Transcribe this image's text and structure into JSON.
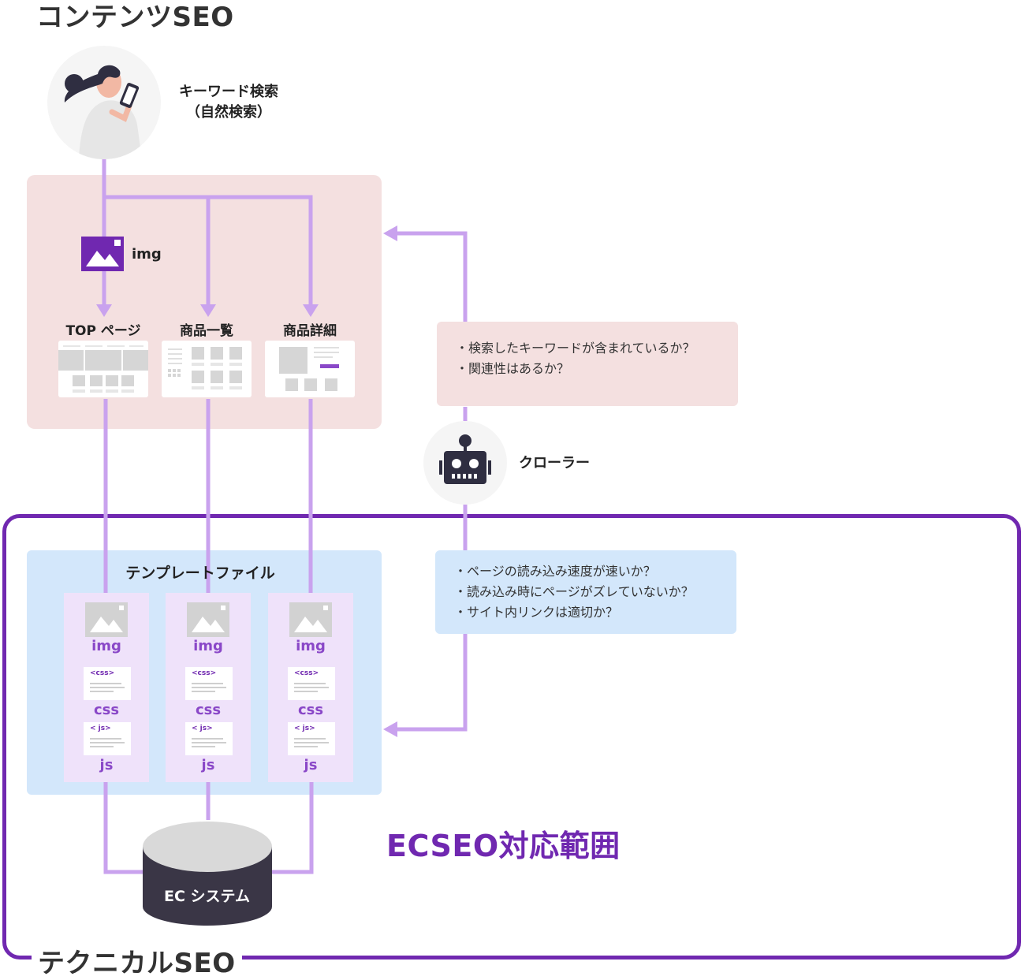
{
  "titles": {
    "top": "コンテンツSEO",
    "bottom": "テクニカルSEO",
    "scope": "ECSEO対応範囲"
  },
  "user": {
    "search_line1": "キーワード検索",
    "search_line2": "（自然検索）"
  },
  "site": {
    "img_label": "img",
    "pages": [
      "TOP ページ",
      "商品一覧",
      "商品詳細"
    ]
  },
  "crawler": {
    "label": "クローラー",
    "content_checks": [
      "検索したキーワードが含まれているか？",
      "関連性はあるか？"
    ],
    "technical_checks": [
      "ページの読み込み速度が速いか？",
      "読み込み時にページがズレていないか？",
      "サイト内リンクは適切か？"
    ]
  },
  "template": {
    "title": "テンプレートファイル",
    "columns": [
      {
        "img": "img",
        "css": "css",
        "js": "js",
        "css_tag": "<css>",
        "js_tag": "< js>"
      },
      {
        "img": "img",
        "css": "css",
        "js": "js",
        "css_tag": "<css>",
        "js_tag": "< js>"
      },
      {
        "img": "img",
        "css": "css",
        "js": "js",
        "css_tag": "<css>",
        "js_tag": "< js>"
      }
    ]
  },
  "database": {
    "label": "EC システム"
  },
  "colors": {
    "accent": "#7028b0",
    "line": "#c9a2ee",
    "pink_panel": "#f4e0e0",
    "blue_panel": "#d3e7fb",
    "column": "#efe2fa",
    "db": "#3a3646"
  },
  "icons": [
    "person-with-phone-icon",
    "image-icon",
    "robot-icon",
    "database-icon"
  ]
}
